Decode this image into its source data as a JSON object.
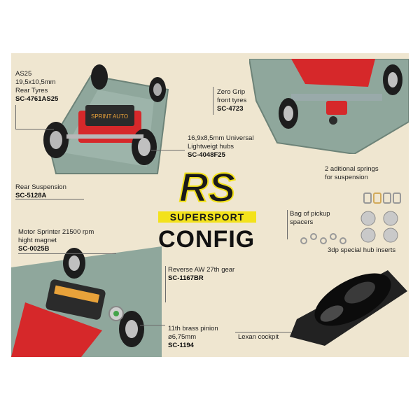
{
  "logo": {
    "brand": "RS",
    "subtitle": "SUPERSPORT",
    "title": "CONFIG"
  },
  "chassis_print": "SPRINT AUTO",
  "labels": {
    "rear_tyres": {
      "lines": [
        "AS25",
        "19,5x10,5mm",
        "Rear Tyres"
      ],
      "code": "SC-4761AS25"
    },
    "hubs": {
      "lines": [
        "16,9x8,5mm Universal",
        "Lightweigt hubs"
      ],
      "code": "SC-4048F25"
    },
    "rear_suspension": {
      "lines": [
        "Rear Suspension"
      ],
      "code": "SC-5128A"
    },
    "front_tyres": {
      "lines": [
        "Zero Grip",
        "front tyres"
      ],
      "code": "SC-4723"
    },
    "springs": {
      "lines": [
        "2 aditional springs",
        "for suspension"
      ]
    },
    "spacers": {
      "lines": [
        "Bag of pickup",
        "spacers"
      ]
    },
    "hub_inserts": {
      "lines": [
        "3dp special hub inserts"
      ]
    },
    "motor": {
      "lines": [
        "Motor Sprinter 21500 rpm",
        "hight magnet"
      ],
      "code": "SC-0025B"
    },
    "gear": {
      "lines": [
        "Reverse AW 27th gear"
      ],
      "code": "SC-1167BR"
    },
    "pinion": {
      "lines": [
        "11th brass pinion",
        "ø6,75mm"
      ],
      "code": "SC-1194"
    },
    "cockpit": {
      "lines": [
        "Lexan cockpit"
      ]
    }
  },
  "colors": {
    "background": "#efe6d0",
    "chassis": "#8fa79c",
    "red": "#d6282a",
    "logo_yellow": "#f3e21b",
    "text": "#222222"
  }
}
